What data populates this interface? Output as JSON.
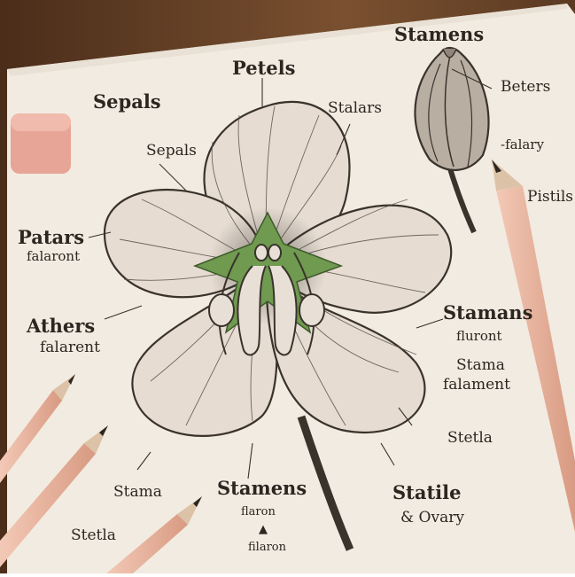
{
  "labels": {
    "petels": "Petels",
    "stamens_top": "Stamens",
    "sepals_big": "Sepals",
    "sepals_small": "Sepals",
    "stalars": "Stalars",
    "beters": "Beters",
    "falary": "-falary",
    "pistils": "Pistils",
    "patars": "Patars",
    "falaront_left": "falaront",
    "athers": "Athers",
    "falarent": "falarent",
    "stamans": "Stamans",
    "fluront": "fluront",
    "stama_right": "Stama",
    "falament": "falament",
    "stetla": "Stetla",
    "stama_bottom": "Stama",
    "stamens_bottom": "Stamens",
    "flaron": "flaron",
    "flaron_mark": "▲",
    "filaron": "filaron",
    "statile": "Statile",
    "ovary": "& Ovary",
    "stetla_bottom": "Stetla"
  },
  "colors": {
    "table_wood": "#5a3a22",
    "paper": "#f2ebe1",
    "petal": "#e6dcd2",
    "petal_stroke": "#3a332c",
    "leaf_green": "#6f9a4f",
    "pencil_body": "#e9b5a0",
    "eraser": "#e7a597"
  }
}
